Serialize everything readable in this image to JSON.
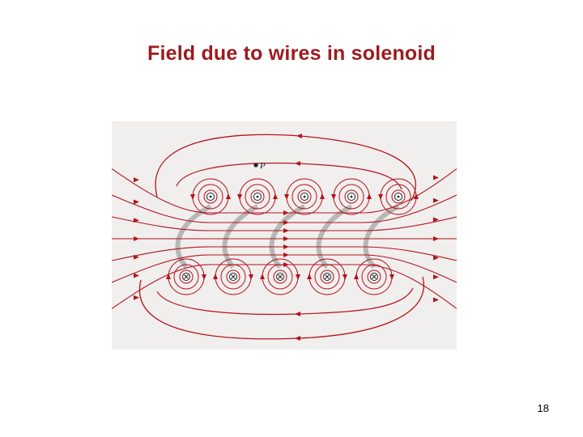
{
  "slide": {
    "title": "Field due to wires in solenoid",
    "page_number": "18"
  },
  "figure": {
    "point_label": "P",
    "top_wire_symbol": "dot",
    "bottom_wire_symbol": "cross",
    "wire_count_per_row": 5,
    "field_color": "#b3141b",
    "coil_color": "#a9a9a9",
    "background_color": "#f1eeee"
  }
}
